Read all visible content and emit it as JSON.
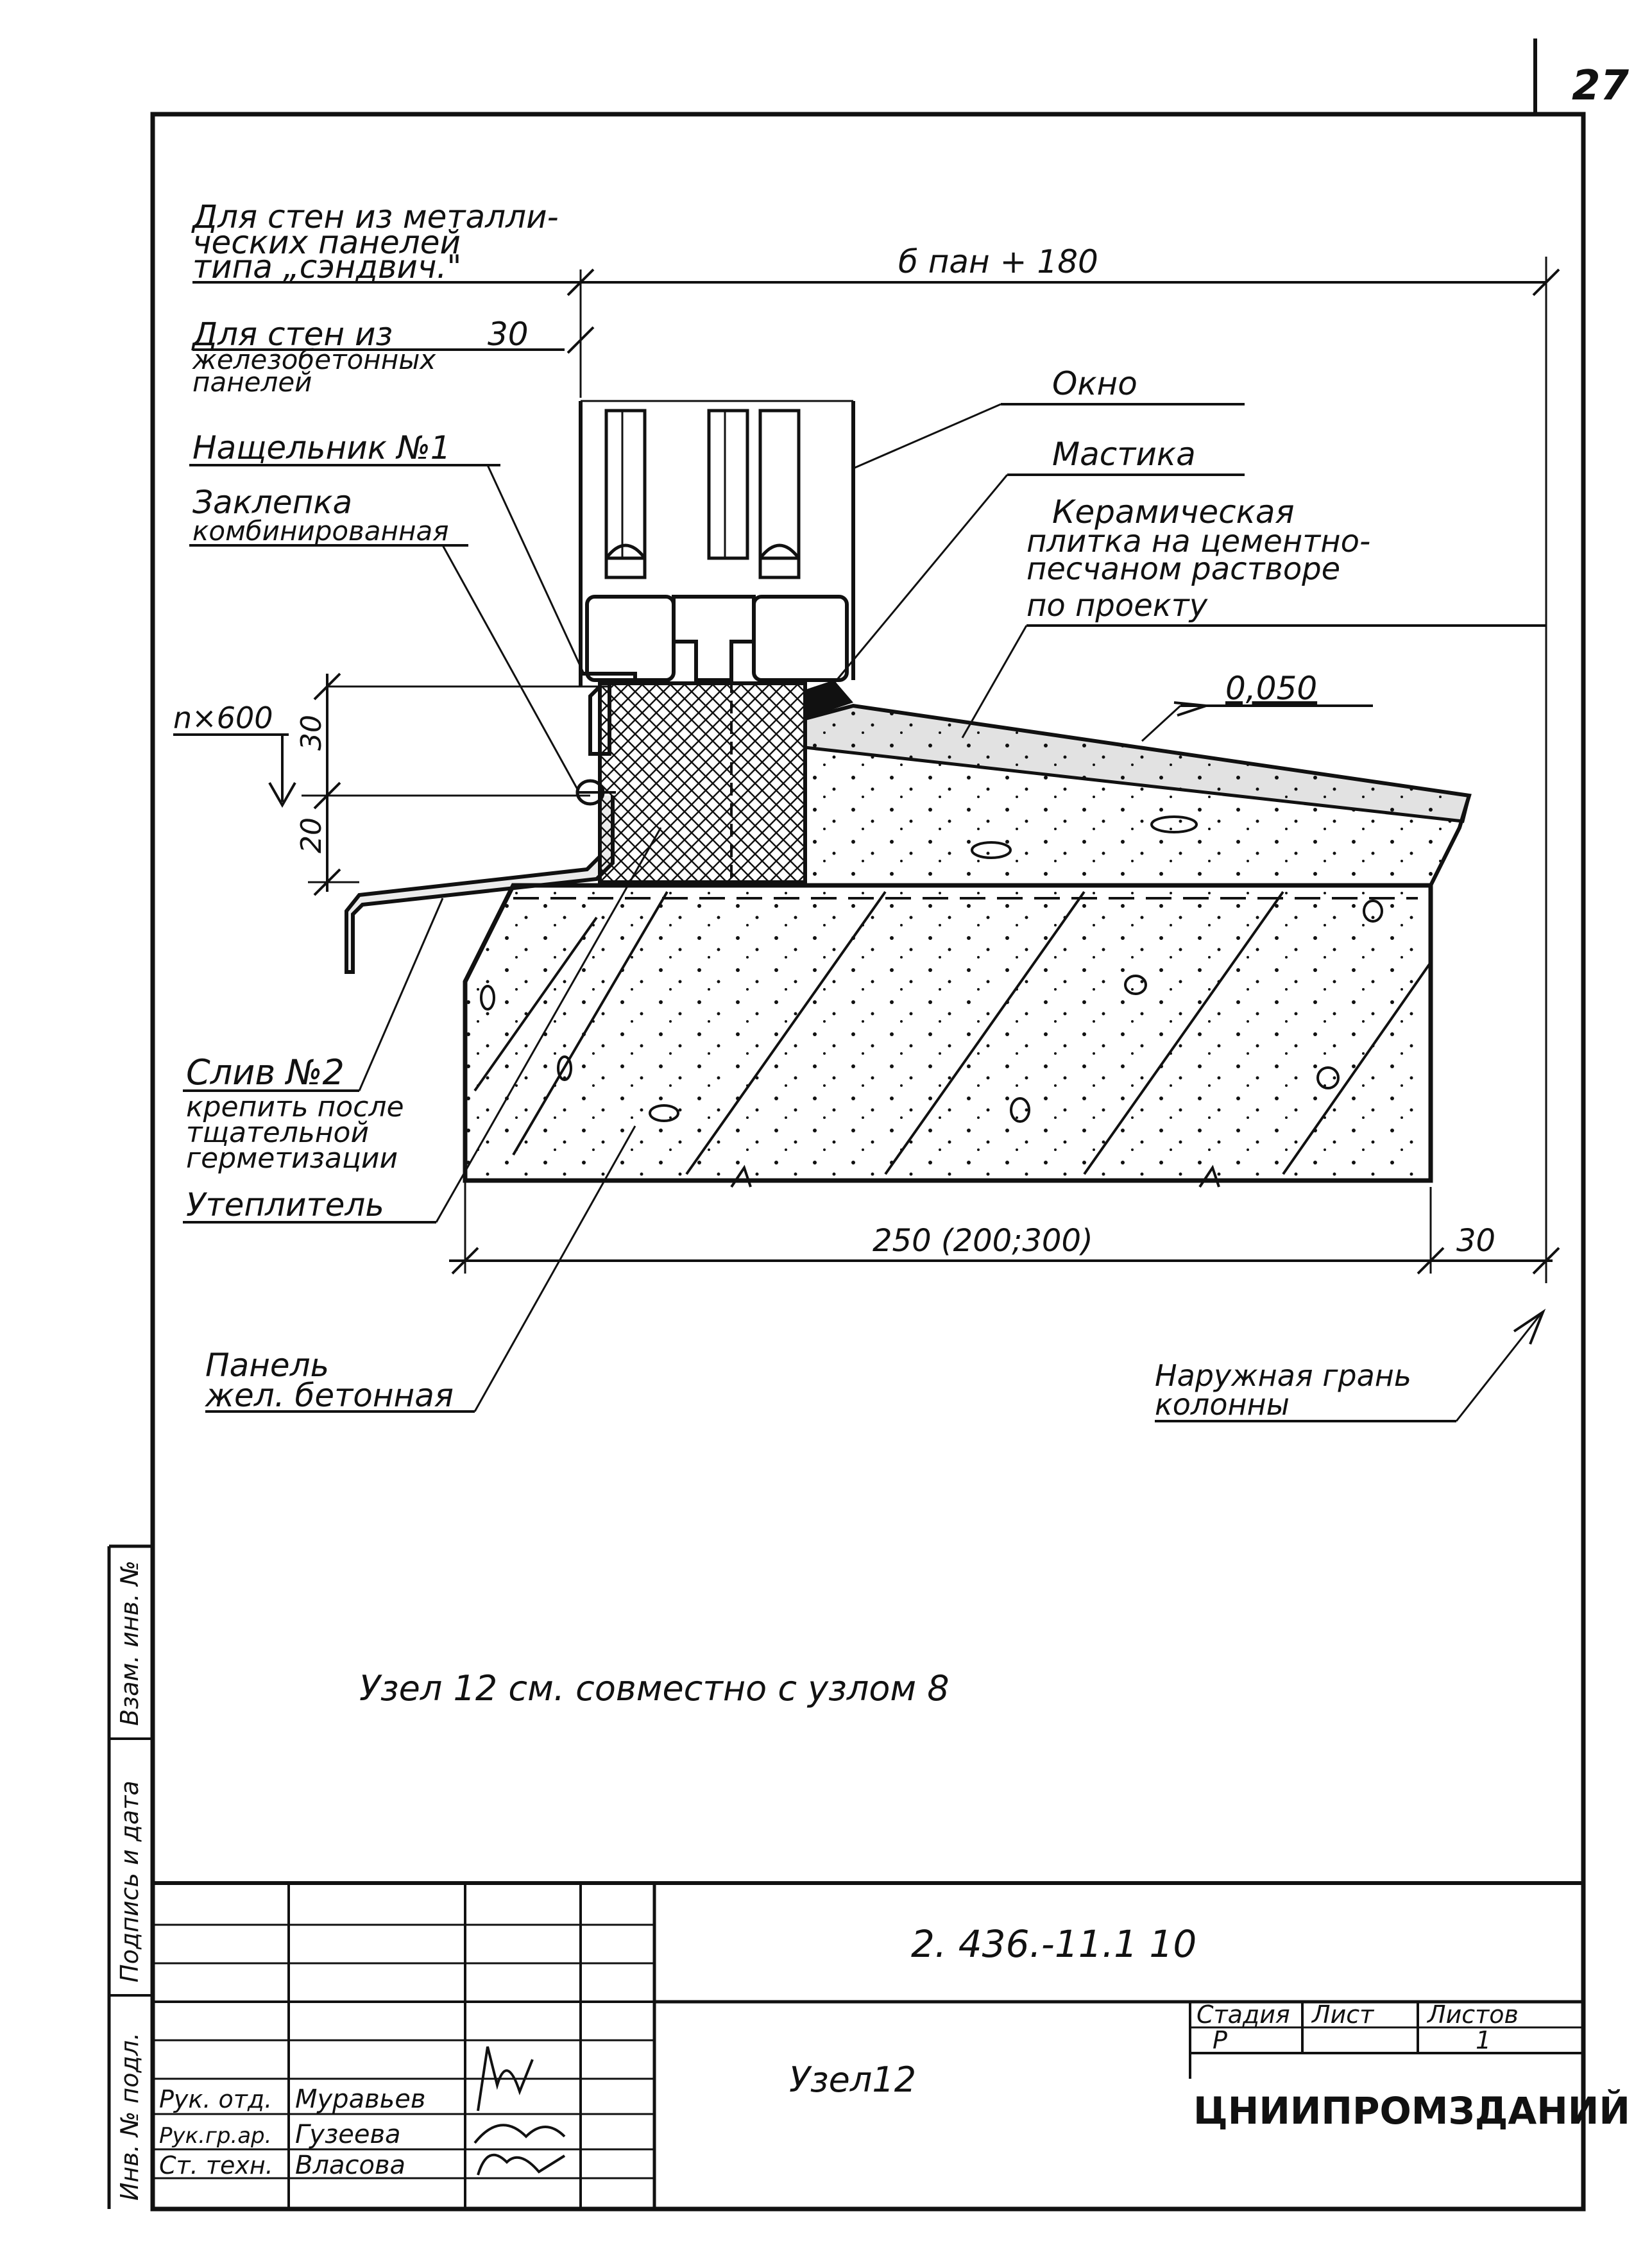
{
  "page_number": "27",
  "labels": {
    "metal_walls": [
      "Для стен из металли-",
      "ческих панелей",
      "типа „сэндвич.\""
    ],
    "dim_top": "б пан + 180",
    "rc_walls": [
      "Для стен из",
      "железобетонных",
      "панелей"
    ],
    "dim_30_top": "30",
    "window": "Окно",
    "flashing": "Нащельник №1",
    "mastic": "Мастика",
    "rivet": [
      "Заклепка",
      "комбинированная"
    ],
    "tile": [
      "Керамическая",
      "плитка на цементно-",
      "песчаном растворе",
      "по проекту"
    ],
    "level": "0,050",
    "pitch": "n×600",
    "dim_30_left": "30",
    "dim_20_left": "20",
    "drain": "Слив №2",
    "drain_note": [
      "крепить после",
      "тщательной",
      "герметизации"
    ],
    "insulation": "Утеплитель",
    "dim_bottom": "250 (200;300)",
    "dim_30_bottom": "30",
    "panel": [
      "Панель",
      "жел. бетонная"
    ],
    "column": [
      "Наружная грань",
      "колонны"
    ],
    "note": "Узел 12 см. совместно с узлом 8"
  },
  "side_stamp": [
    "Взам. инв. №",
    "Подпись и дата",
    "Инв. № подл."
  ],
  "title_block": {
    "doc_code": "2. 436.-11.1 10",
    "drawing_name": "Узел12",
    "stage_header": "Стадия",
    "sheet_header": "Лист",
    "sheets_header": "Листов",
    "stage": "Р",
    "sheet": "",
    "sheets": "1",
    "org": "ЦНИИПРОМЗДАНИЙ",
    "people": [
      {
        "role": "Рук. отд.",
        "name": "Муравьев"
      },
      {
        "role": "Рук.гр.ар.",
        "name": "Гузеева"
      },
      {
        "role": "Ст. техн.",
        "name": "Власова"
      }
    ]
  }
}
